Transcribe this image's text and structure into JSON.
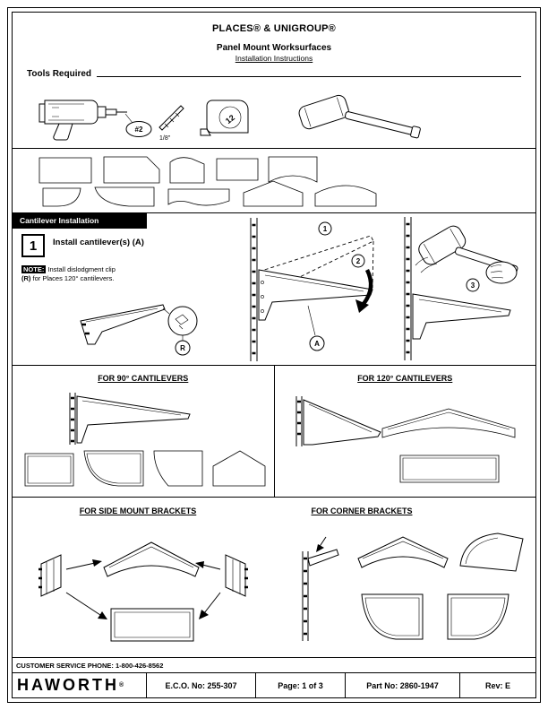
{
  "page": {
    "header": {
      "brand": "PLACES® & UNIGROUP®",
      "title": "Panel Mount Worksurfaces",
      "subtitle": "Installation Instructions"
    },
    "tools": {
      "heading": "Tools Required",
      "labels": {
        "driver_tip": "#2",
        "drill_bit": "1/8\"",
        "tape": "12"
      }
    },
    "cantilever": {
      "banner": "Cantilever Installation",
      "step": {
        "number": "1",
        "title": "Install cantilever(s) (A)"
      },
      "note": {
        "label": "NOTE:",
        "before_r": " Install dislodgment clip ",
        "r": "(R)",
        "after_r": " for Places 120° cantilevers."
      },
      "callouts": {
        "one": "1",
        "two": "2",
        "three": "3",
        "a": "A",
        "r": "R"
      }
    },
    "sections": {
      "ninety": "FOR 90° CANTILEVERS",
      "one_twenty": "FOR 120° CANTILEVERS",
      "side_mount": "FOR SIDE MOUNT BRACKETS",
      "corner": "FOR CORNER BRACKETS"
    },
    "footer": {
      "customer_service": "CUSTOMER SERVICE PHONE: 1-800-426-8562",
      "logo": "HAWORTH",
      "logo_reg": "®",
      "eco": "E.C.O. No: 255-307",
      "page_no": "Page: 1 of 3",
      "part_no": "Part No: 2860-1947",
      "rev": "Rev: E"
    }
  }
}
